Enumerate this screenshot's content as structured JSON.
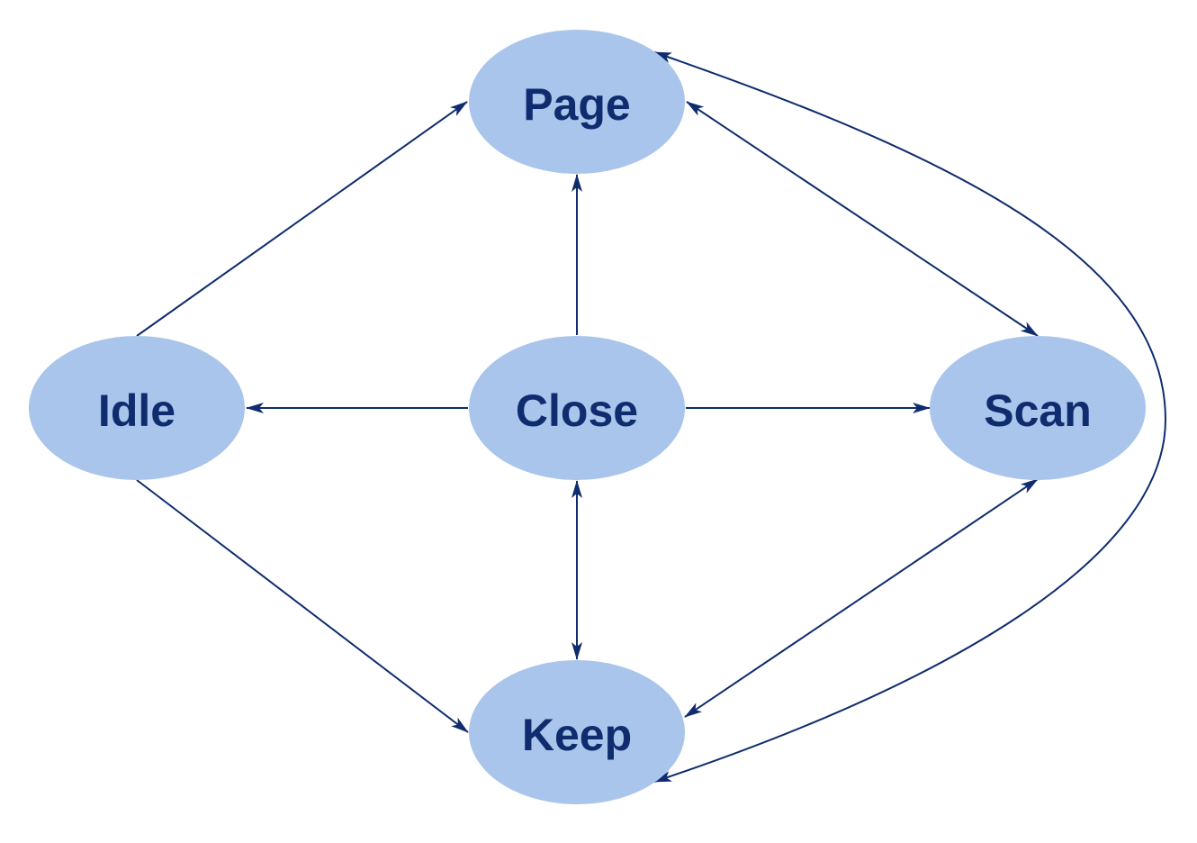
{
  "diagram": {
    "colors": {
      "node_fill": "#a9c5eb",
      "node_text": "#0f2c6e",
      "edge": "#0f2c6e"
    },
    "nodes": [
      {
        "id": "page",
        "label": "Page"
      },
      {
        "id": "idle",
        "label": "Idle"
      },
      {
        "id": "close",
        "label": "Close"
      },
      {
        "id": "scan",
        "label": "Scan"
      },
      {
        "id": "keep",
        "label": "Keep"
      }
    ],
    "edges": [
      {
        "from": "idle",
        "to": "page",
        "direction": "forward"
      },
      {
        "from": "close",
        "to": "page",
        "direction": "forward"
      },
      {
        "from": "page",
        "to": "scan",
        "direction": "both"
      },
      {
        "from": "keep",
        "to": "page",
        "direction": "both"
      },
      {
        "from": "close",
        "to": "idle",
        "direction": "forward"
      },
      {
        "from": "close",
        "to": "scan",
        "direction": "forward"
      },
      {
        "from": "close",
        "to": "keep",
        "direction": "both"
      },
      {
        "from": "idle",
        "to": "keep",
        "direction": "forward"
      },
      {
        "from": "scan",
        "to": "keep",
        "direction": "both"
      }
    ]
  }
}
